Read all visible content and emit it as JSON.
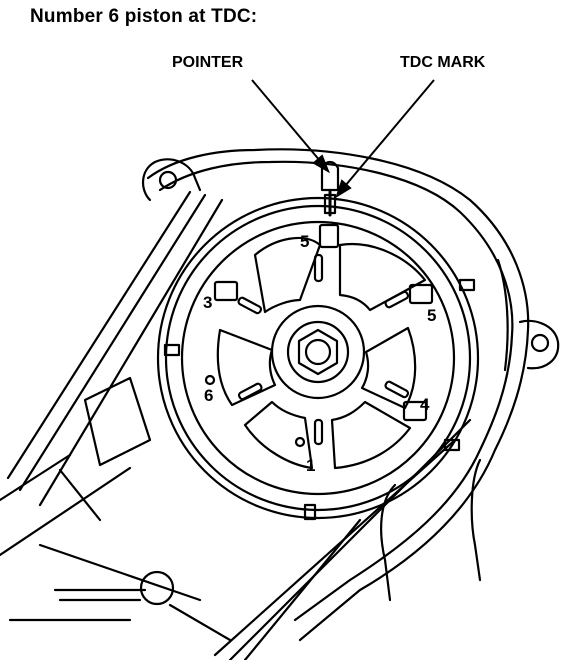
{
  "title": "Number 6 piston at TDC:",
  "callouts": {
    "pointer": "POINTER",
    "tdc_mark": "TDC MARK"
  },
  "pulley_marks": {
    "top": "5",
    "upper_left": "3",
    "upper_right": "5",
    "left": "6",
    "right": "4",
    "bottom": "1"
  }
}
